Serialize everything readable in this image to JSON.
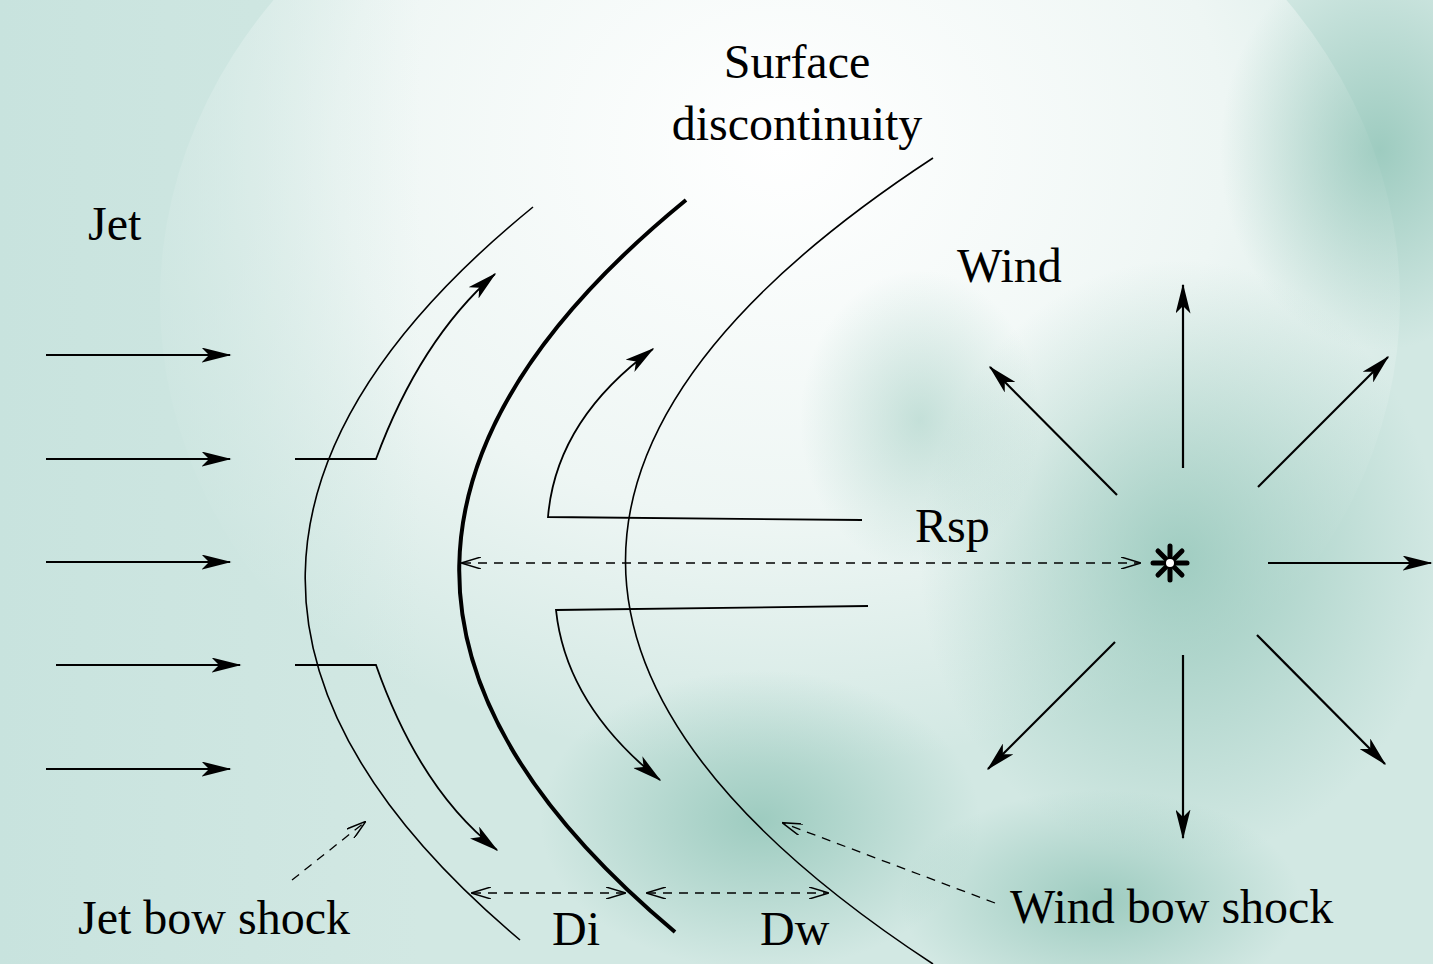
{
  "diagram": {
    "labels": [
      "Surface discontinuity",
      "Jet",
      "Wind",
      "Rsp",
      "Jet bow shock",
      "Wind bow shock",
      "Di",
      "Dw"
    ]
  }
}
